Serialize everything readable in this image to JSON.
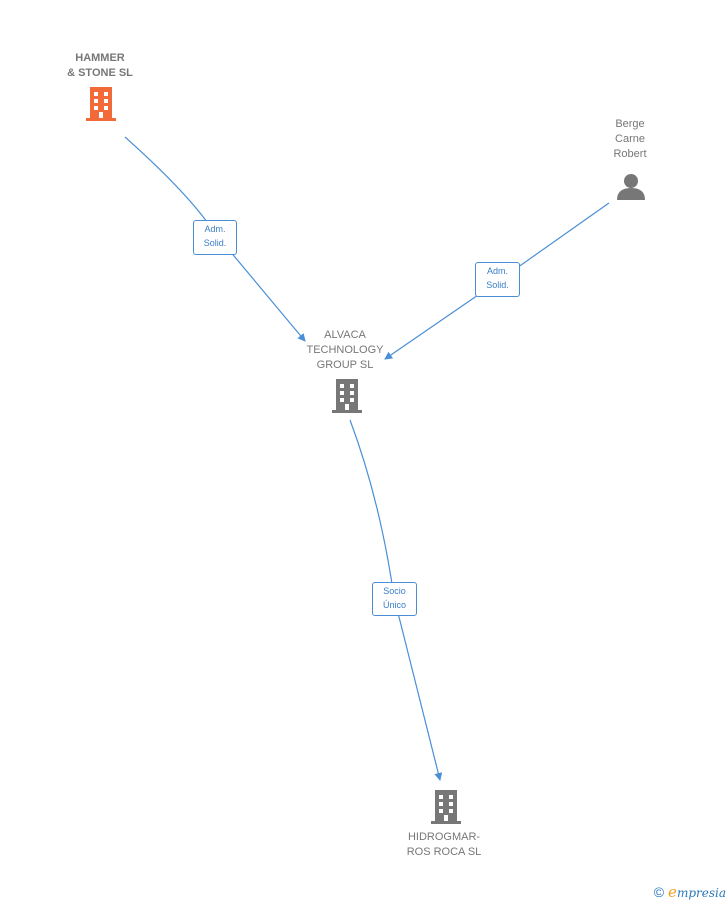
{
  "nodes": {
    "hammer": {
      "lines": [
        "HAMMER",
        "& STONE  SL"
      ],
      "color": "#f26a3a"
    },
    "berge": {
      "lines": [
        "Berge",
        "Carne",
        "Robert"
      ],
      "color": "#777777"
    },
    "alvaca": {
      "lines": [
        "ALVACA",
        "TECHNOLOGY",
        "GROUP  SL"
      ],
      "color": "#777777"
    },
    "hidrogmar": {
      "lines": [
        "HIDROGMAR-",
        "ROS ROCA  SL"
      ],
      "color": "#777777"
    }
  },
  "edges": {
    "hammer_alvaca": {
      "lines": [
        "Adm.",
        "Solid."
      ]
    },
    "berge_alvaca": {
      "lines": [
        "Adm.",
        "Solid."
      ]
    },
    "alvaca_hidrogmar": {
      "lines": [
        "Socio",
        "Único"
      ]
    }
  },
  "colors": {
    "edge": "#4a8fd6",
    "building_main": "#f26a3a",
    "building_other": "#777777",
    "person": "#777777"
  },
  "footer": {
    "copyright_symbol": "©",
    "brand_initial": "e",
    "brand_rest": "mpresia"
  }
}
